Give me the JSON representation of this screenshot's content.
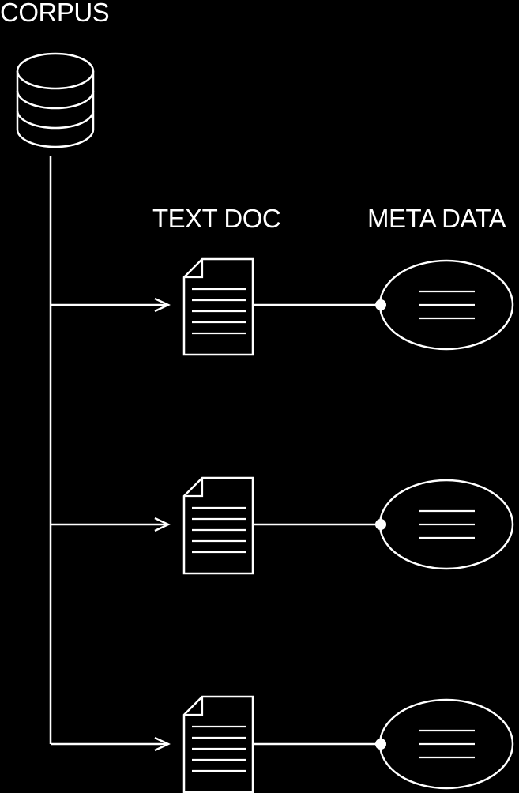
{
  "labels": {
    "corpus": "CORPUS",
    "text_doc": "TEXT DOC",
    "meta_data": "META DATA"
  },
  "colors": {
    "background": "#000000",
    "foreground": "#ffffff"
  },
  "icons": {
    "corpus": "database-icon",
    "document": "text-document-icon",
    "metadata": "metadata-ellipse-icon"
  },
  "rows": [
    {
      "document_icon": "text-document-icon",
      "metadata_icon": "metadata-ellipse-icon"
    },
    {
      "document_icon": "text-document-icon",
      "metadata_icon": "metadata-ellipse-icon"
    },
    {
      "document_icon": "text-document-icon",
      "metadata_icon": "metadata-ellipse-icon"
    }
  ]
}
